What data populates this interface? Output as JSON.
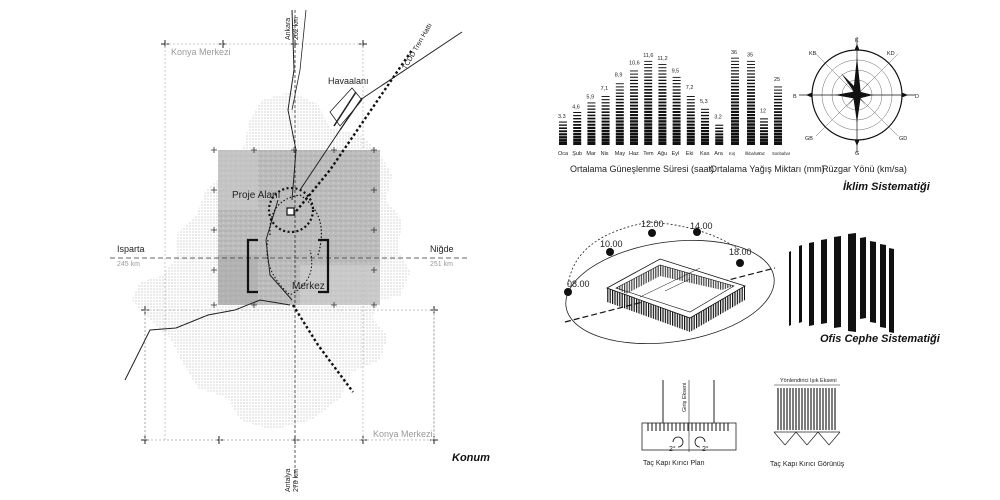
{
  "map": {
    "konya_merkezi_top": "Konya Merkezi",
    "konya_merkezi_bottom": "Konya Merkezi",
    "ankara": "Ankara",
    "ankara_km": "262 km",
    "antalya": "Antalya",
    "antalya_km": "270 km",
    "isparta": "Isparta",
    "isparta_km": "245 km",
    "nigde": "Niğde",
    "nigde_km": "251 km",
    "havaalani": "Havaalanı",
    "tren": "TCDD Tren Hattı",
    "proje_alani": "Proje Alanı",
    "merkez": "Merkez",
    "caption": "Konum"
  },
  "chart_data": [
    {
      "type": "bar",
      "title": "Ortalama Güneşlenme Süresi (saat)",
      "categories": [
        "Oca",
        "Şub",
        "Mar",
        "Nis",
        "May",
        "Haz",
        "Tem",
        "Ağu",
        "Eyl",
        "Eki",
        "Kas",
        "Ara"
      ],
      "values": [
        3.3,
        4.6,
        5.9,
        7.1,
        8.9,
        10.6,
        11.6,
        11.2,
        9.5,
        7.2,
        5.3,
        3.2
      ],
      "value_labels": [
        "3.3",
        "4,6",
        "5,9",
        "7,1",
        "8,9",
        "10,6",
        "11,6",
        "11,2",
        "9,5",
        "7,2",
        "5,3",
        "3,2"
      ],
      "ylim": [
        0,
        12
      ]
    },
    {
      "type": "bar",
      "title": "Ortalama Yağış Miktarı (mm)",
      "categories": [
        "Kış",
        "İlkbahar",
        "Yaz",
        "Sonbahar"
      ],
      "values": [
        36,
        35,
        12,
        25
      ],
      "ylim": [
        0,
        36
      ]
    },
    {
      "type": "wind-rose",
      "title": "Rüzgar Yönü (km/sa)",
      "directions": [
        "K",
        "KD",
        "D",
        "GD",
        "G",
        "GB",
        "B",
        "KB"
      ]
    }
  ],
  "climate": {
    "caption": "İklim Sistematiği"
  },
  "sun": {
    "times": [
      "08.00",
      "10.00",
      "12.00",
      "14.00",
      "18.00"
    ]
  },
  "facade": {
    "caption": "Ofis Cephe Sistematiği"
  },
  "details": {
    "giris_ekseni": "Giriş Ekseni",
    "plan_angle_left": "2°",
    "plan_angle_right": "2°",
    "plan_caption": "Taç Kapı  Kırıcı Plan",
    "isik_ekseni": "Yönlendirici Işık Ekseni",
    "view_caption": "Taç Kapı  Kırıcı Görünüş"
  }
}
